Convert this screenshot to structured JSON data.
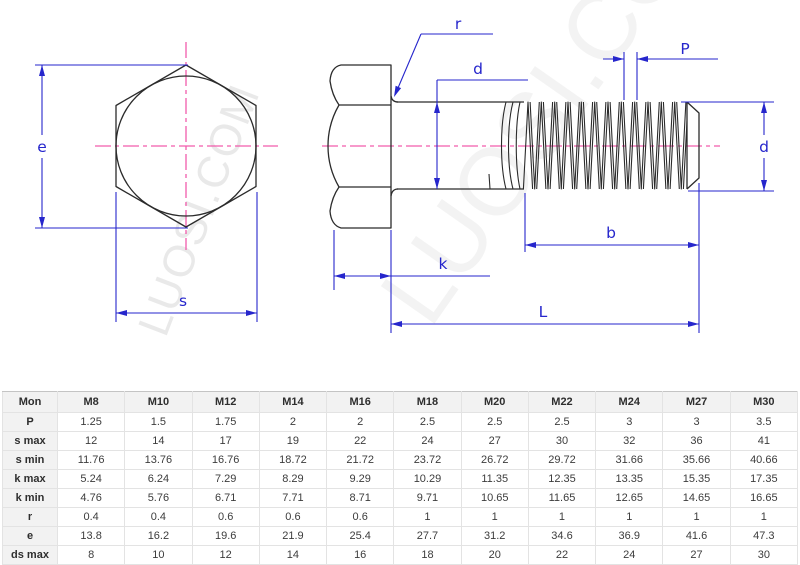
{
  "watermark": {
    "text": "LUOSI.COM"
  },
  "colors": {
    "object_line": "#2b2b2b",
    "dimension_blue": "#2626cc",
    "centerline_pink": "#f25cac",
    "watermark_gray": "#e9e9e9",
    "table_header_bg": "#f2f2f2",
    "table_border": "#e3e3e3"
  },
  "drawing": {
    "labels": {
      "e": "e",
      "s": "s",
      "r": "r",
      "d_shank": "d",
      "pitch": "P",
      "d_thread": "d",
      "k": "k",
      "b": "b",
      "length": "L"
    }
  },
  "table": {
    "columns": [
      "Mon",
      "M8",
      "M10",
      "M12",
      "M14",
      "M16",
      "M18",
      "M20",
      "M22",
      "M24",
      "M27",
      "M30"
    ],
    "rows": [
      {
        "label": "P",
        "values": [
          "1.25",
          "1.5",
          "1.75",
          "2",
          "2",
          "2.5",
          "2.5",
          "2.5",
          "3",
          "3",
          "3.5"
        ]
      },
      {
        "label": "s max",
        "values": [
          "12",
          "14",
          "17",
          "19",
          "22",
          "24",
          "27",
          "30",
          "32",
          "36",
          "41"
        ]
      },
      {
        "label": "s min",
        "values": [
          "11.76",
          "13.76",
          "16.76",
          "18.72",
          "21.72",
          "23.72",
          "26.72",
          "29.72",
          "31.66",
          "35.66",
          "40.66"
        ]
      },
      {
        "label": "k max",
        "values": [
          "5.24",
          "6.24",
          "7.29",
          "8.29",
          "9.29",
          "10.29",
          "11.35",
          "12.35",
          "13.35",
          "15.35",
          "17.35"
        ]
      },
      {
        "label": "k min",
        "values": [
          "4.76",
          "5.76",
          "6.71",
          "7.71",
          "8.71",
          "9.71",
          "10.65",
          "11.65",
          "12.65",
          "14.65",
          "16.65"
        ]
      },
      {
        "label": "r",
        "values": [
          "0.4",
          "0.4",
          "0.6",
          "0.6",
          "0.6",
          "1",
          "1",
          "1",
          "1",
          "1",
          "1"
        ]
      },
      {
        "label": "e",
        "values": [
          "13.8",
          "16.2",
          "19.6",
          "21.9",
          "25.4",
          "27.7",
          "31.2",
          "34.6",
          "36.9",
          "41.6",
          "47.3"
        ]
      },
      {
        "label": "ds max",
        "values": [
          "8",
          "10",
          "12",
          "14",
          "16",
          "18",
          "20",
          "22",
          "24",
          "27",
          "30"
        ]
      }
    ]
  }
}
